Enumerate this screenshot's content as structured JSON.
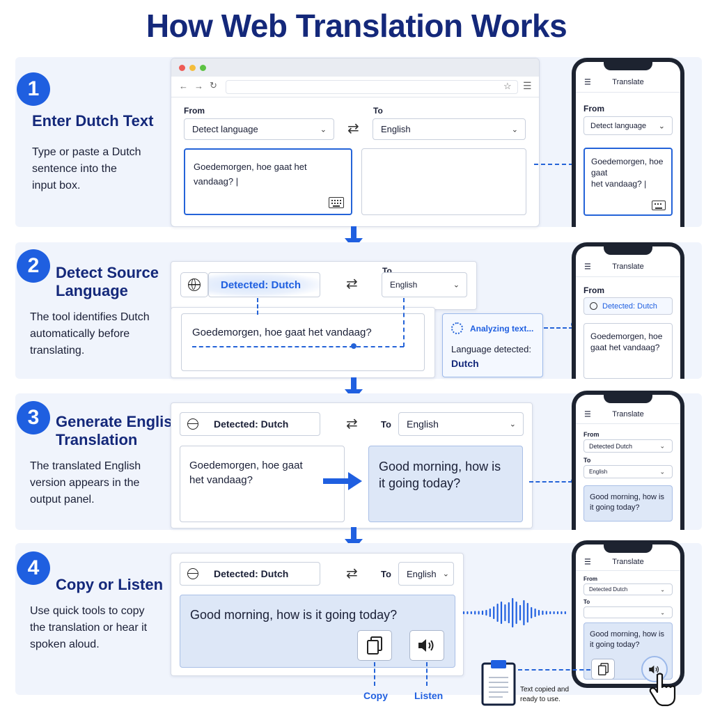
{
  "title": "How Web Translation Works",
  "steps": [
    {
      "number": "1",
      "title_line1": "Enter Dutch Text",
      "desc_line1": "Type or paste a Dutch",
      "desc_line2": "sentence into the",
      "desc_line3": "input box.",
      "browser": {
        "from_label": "From",
        "to_label": "To",
        "from_value": "Detect language",
        "to_value": "English",
        "input_text": "Goedemorgen, hoe gaat het vandaag? |"
      },
      "phone": {
        "header": "Translate",
        "from_label": "From",
        "from_value": "Detect language",
        "input_line1": "Goedemorgen, hoe gaat",
        "input_line2": "het vandaag? |"
      }
    },
    {
      "number": "2",
      "title_line1": "Detect Source",
      "title_line2": "Language",
      "desc_line1": "The tool identifies Dutch",
      "desc_line2": "automatically before",
      "desc_line3": "translating.",
      "card": {
        "detected": "Detected: Dutch",
        "to_label": "To",
        "to_value": "English",
        "input_text": "Goedemorgen, hoe gaat het vandaag?",
        "analyzing": "Analyzing text...",
        "detected_label": "Language detected:",
        "detected_lang": "Dutch"
      },
      "phone": {
        "header": "Translate",
        "from_label": "From",
        "detected": "Detected: Dutch",
        "input_line1": "Goedemorgen, hoe",
        "input_line2": "gaat het vandaag?"
      }
    },
    {
      "number": "3",
      "title_line1": "Generate English",
      "title_line2": "Translation",
      "desc_line1": "The translated English",
      "desc_line2": "version appears in the",
      "desc_line3": "output panel.",
      "card": {
        "detected": "Detected: Dutch",
        "to_label": "To",
        "to_value": "English",
        "input_line1": "Goedemorgen, hoe gaat",
        "input_line2": "het vandaag?",
        "output_line1": "Good morning, how is",
        "output_line2": "it going today?"
      },
      "phone": {
        "header": "Translate",
        "from_label": "From",
        "from_value": "Detected Dutch",
        "to_label": "To",
        "to_value": "English",
        "output_line1": "Good morning, how is",
        "output_line2": "it going today?"
      }
    },
    {
      "number": "4",
      "title_line1": "Copy or Listen",
      "desc_line1": "Use quick tools to copy",
      "desc_line2": "the translation or hear it",
      "desc_line3": "spoken aloud.",
      "card": {
        "detected": "Detected: Dutch",
        "to_label": "To",
        "to_value": "English",
        "output_text": "Good morning, how is it going today?",
        "copy_label": "Copy",
        "listen_label": "Listen"
      },
      "phone": {
        "header": "Translate",
        "from_label": "From",
        "from_value": "Detected Dutch",
        "to_label": "To",
        "output_line1": "Good morning, how is",
        "output_line2": "it going today?"
      },
      "copied_line1": "Text copied and",
      "copied_line2": "ready to use."
    }
  ],
  "colors": {
    "accent": "#1f5fe0",
    "heading": "#14287a",
    "band": "#f0f4fc",
    "output": "#dde7f7"
  },
  "icons": [
    "globe-icon",
    "swap-icon",
    "chevron-down-icon",
    "keyboard-icon",
    "copy-icon",
    "speaker-icon",
    "clipboard-icon",
    "hand-pointer-icon",
    "menu-icon",
    "sound-wave-icon",
    "spinner-icon",
    "star-icon",
    "back-icon",
    "forward-icon",
    "reload-icon"
  ]
}
